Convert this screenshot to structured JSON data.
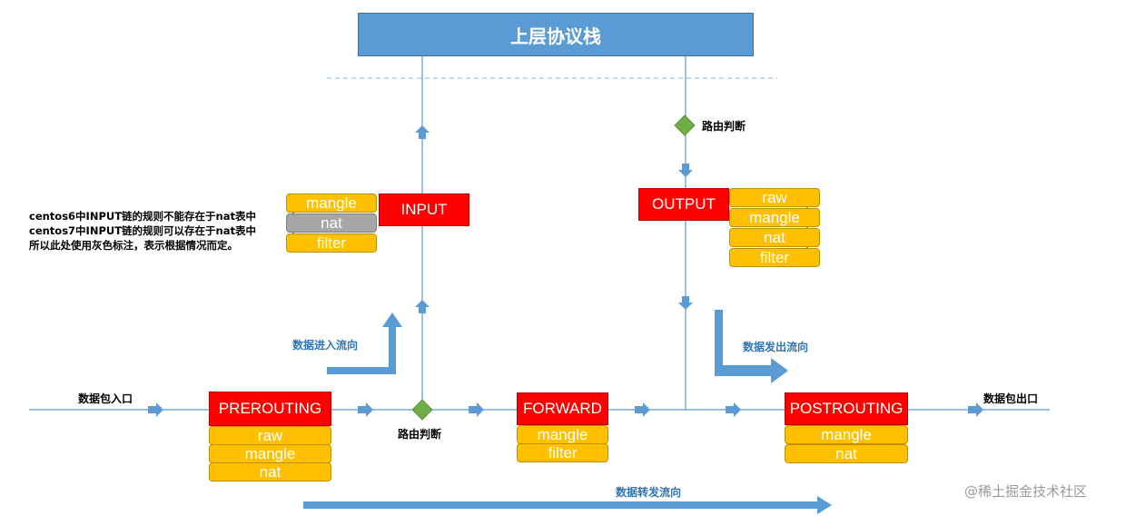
{
  "header": {
    "title": "上层协议栈"
  },
  "chains": {
    "input": {
      "label": "INPUT",
      "tables": [
        "mangle",
        "nat",
        "filter"
      ]
    },
    "output": {
      "label": "OUTPUT",
      "tables": [
        "raw",
        "mangle",
        "nat",
        "filter"
      ]
    },
    "prerouting": {
      "label": "PREROUTING",
      "tables": [
        "raw",
        "mangle",
        "nat"
      ]
    },
    "forward": {
      "label": "FORWARD",
      "tables": [
        "mangle",
        "filter"
      ]
    },
    "postrouting": {
      "label": "POSTROUTING",
      "tables": [
        "mangle",
        "nat"
      ]
    }
  },
  "labels": {
    "route_top": "路由判断",
    "route_bottom": "路由判断",
    "packet_in": "数据包入口",
    "packet_out": "数据包出口",
    "flow_in": "数据进入流向",
    "flow_out": "数据发出流向",
    "flow_forward": "数据转发流向"
  },
  "note": {
    "line1": "centos6中INPUT链的规则不能存在于nat表中",
    "line2": "centos7中INPUT链的规则可以存在于nat表中",
    "line3": "所以此处使用灰色标注，表示根据情况而定。"
  },
  "watermark": "@稀土掘金技术社区",
  "colors": {
    "chain": "#ff0000",
    "table": "#ffc000",
    "gray_table": "#a6a6a6",
    "arrow": "#5b9bd5",
    "line": "#5b9bd5",
    "diamond": "#70ad47",
    "title_bg": "#5b9bd5"
  }
}
